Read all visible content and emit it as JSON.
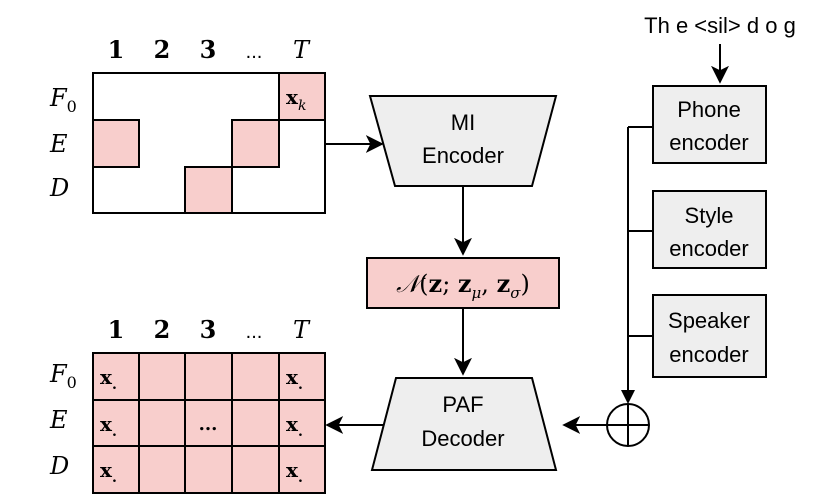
{
  "input_text": "Th e <sil> d o g",
  "encoders": {
    "phone": [
      "Phone",
      "encoder"
    ],
    "style": [
      "Style",
      "encoder"
    ],
    "speaker": [
      "Speaker",
      "encoder"
    ]
  },
  "mi_encoder": [
    "MI",
    "Encoder"
  ],
  "paf_decoder": [
    "PAF",
    "Decoder"
  ],
  "latent": {
    "symbol": "𝒩",
    "open": "(",
    "z": "z",
    "sep": "; ",
    "z_mu": "z",
    "mu": "μ",
    "comma": ", ",
    "z_sigma": "z",
    "sigma": "σ",
    "close": ")"
  },
  "grid_top": {
    "columns": [
      "1",
      "2",
      "3",
      "...",
      "T"
    ],
    "rows": [
      {
        "label": "F",
        "sub": "0"
      },
      {
        "label": "E",
        "sub": ""
      },
      {
        "label": "D",
        "sub": ""
      }
    ],
    "cell_label": {
      "x": "x",
      "sub": "k"
    }
  },
  "grid_bottom": {
    "columns": [
      "1",
      "2",
      "3",
      "...",
      "T"
    ],
    "rows": [
      {
        "label": "F",
        "sub": "0"
      },
      {
        "label": "E",
        "sub": ""
      },
      {
        "label": "D",
        "sub": ""
      }
    ],
    "cell_x": "x",
    "cell_dot": ".",
    "ellipsis": "..."
  },
  "colors": {
    "box_fill": "#eeeeee",
    "pink": "#f8cecc",
    "stroke": "#000000"
  }
}
